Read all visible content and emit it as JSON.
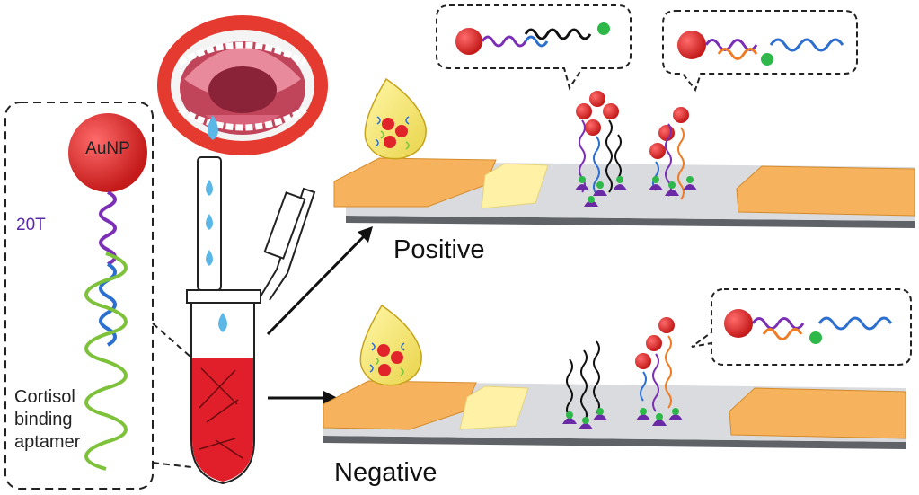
{
  "labels": {
    "aunp": "AuNP",
    "spacer": "20T",
    "aptamer_line1": "Cortisol",
    "aptamer_line2": "binding",
    "aptamer_line3": "aptamer",
    "positive": "Positive",
    "negative": "Negative"
  },
  "colors": {
    "gold_nanoparticle": "#e02424",
    "spacer_20T": "#7a2fb5",
    "aptamer_binding": "#2c6fcf",
    "aptamer_tail": "#7dc23a",
    "capture_probe": "#111111",
    "control_probe": "#ef7b25",
    "biotin": "#2eb84a",
    "streptavidin": "#6a2aa6",
    "sample_pad": "#f6b25c",
    "conjugate_pad": "#fff2a6",
    "membrane": "#d9dbde",
    "backing": "#5f6266"
  }
}
